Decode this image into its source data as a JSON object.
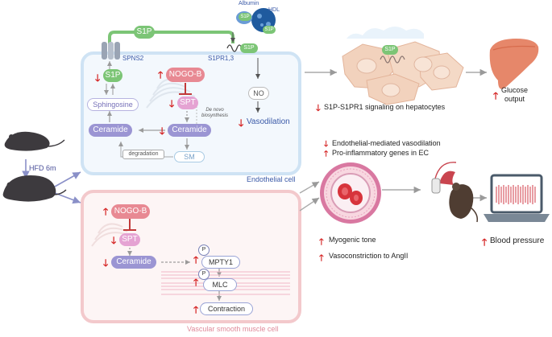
{
  "colors": {
    "endothelial_border": "#cfe3f4",
    "endothelial_fill": "#f3f8fd",
    "vsmc_border": "#f3c9cc",
    "vsmc_fill": "#fdf5f5",
    "s1p_green": "#7cc576",
    "nogo_pink": "#e88993",
    "spt_pink": "#e5a3d3",
    "ceramide_purple": "#9b95d3",
    "sm_blue": "#a9cbe4",
    "red_arrow": "#d41f1f",
    "blue_label": "#3b5aa8",
    "pink_label": "#e08a9a",
    "cell_tan": "#f2d2bd",
    "liver_orange": "#e6876a"
  },
  "top": {
    "s1p_top": "S1P",
    "albumin": "Albumin",
    "hdl": "HDL",
    "s1p_carrier": "S1P",
    "s1p_carrier2": "S1P",
    "spns2": "SPNS2",
    "s1pr": "S1PR1,3",
    "s1p_receptor": "S1P"
  },
  "endothelial": {
    "s1p": "S1P",
    "sphingosine": "Sphingosine",
    "nogo_b": "NOGO-B",
    "spt": "SPT",
    "de_novo": "De novo\nbiosynthesis",
    "ceramide_left": "Ceramide",
    "ceramide_right": "Ceramide",
    "degradation": "degradation",
    "sm": "SM",
    "no": "NO",
    "vasodilation": "Vasodilation",
    "label": "Endothelial cell"
  },
  "mouse": {
    "hfd": "HFD 6m"
  },
  "vsmc": {
    "nogo_b": "NOGO-B",
    "spt": "SPT",
    "ceramide": "Ceramide",
    "p1": "P",
    "mpty1": "MPTY1",
    "p2": "P",
    "mlc": "MLC",
    "contraction": "Contraction",
    "label": "Vascular smooth muscle cell"
  },
  "hepatocyte": {
    "s1p": "S1P",
    "signaling": "S1P-S1PR1 signaling on hepatocytes",
    "glucose_line1": "Glucose",
    "glucose_line2": "output"
  },
  "vessel": {
    "line1": "Endothelial-mediated vasodilation",
    "line2": "Pro-inflammatory genes in EC",
    "myogenic": "Myogenic tone",
    "vasoconstriction": "Vasoconstriction to AngII",
    "bp": "Blood pressure"
  },
  "arrows": {
    "up": "🡑",
    "down": "🡓"
  }
}
